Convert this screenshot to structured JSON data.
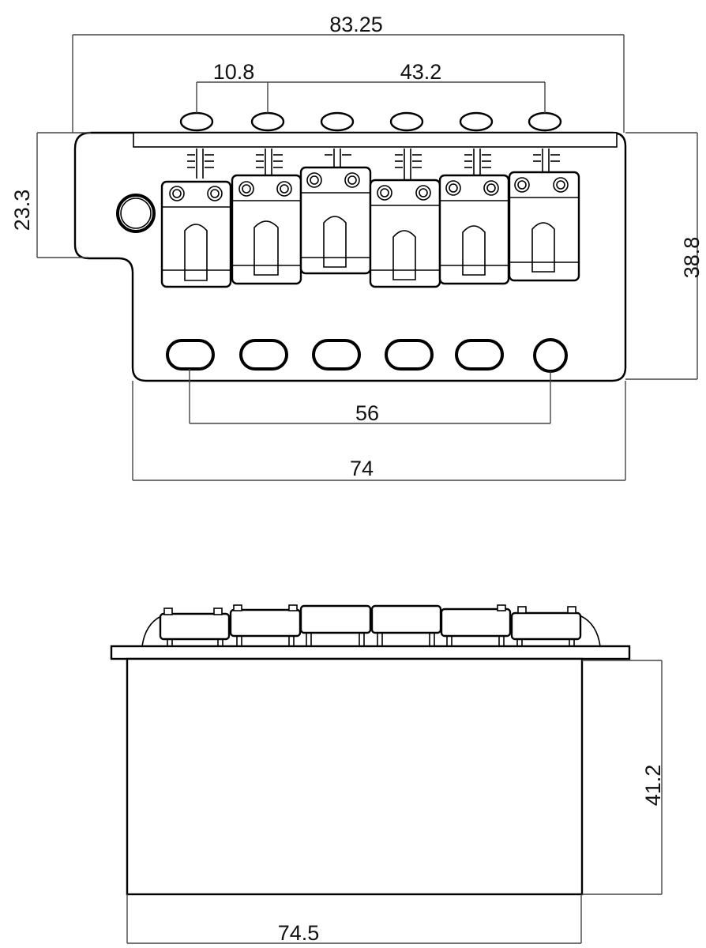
{
  "top_view": {
    "dimensions": {
      "overall_width": "83.25",
      "string_spacing": "10.8",
      "outer_string_span": "43.2",
      "left_height": "23.3",
      "right_height": "38.8",
      "screw_span": "56",
      "plate_width": "74"
    }
  },
  "side_view": {
    "dimensions": {
      "block_height": "41.2",
      "block_width": "74.5"
    }
  },
  "colors": {
    "line": "#000000",
    "dimension_line": "#444444",
    "background": "#ffffff"
  }
}
